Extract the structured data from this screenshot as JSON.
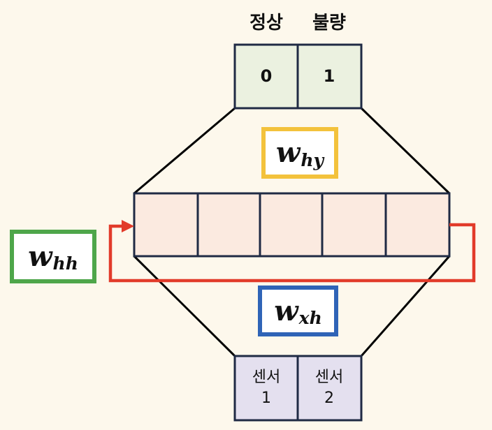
{
  "output_labels": [
    "정상",
    "불량"
  ],
  "output_values": [
    "0",
    "1"
  ],
  "inputs": [
    {
      "line1": "센서",
      "line2": "1"
    },
    {
      "line1": "센서",
      "line2": "2"
    }
  ],
  "weights": {
    "hy": {
      "base": "w",
      "sub": "hy"
    },
    "hh": {
      "base": "w",
      "sub": "hh"
    },
    "xh": {
      "base": "w",
      "sub": "xh"
    }
  },
  "colors": {
    "background": "#fdf8ec",
    "output_fill": "#ebf1e0",
    "hidden_fill": "#fbeae0",
    "input_fill": "#e4e0ef",
    "outline": "#1f2a44",
    "hy_border": "#f3c23c",
    "hh_border": "#4ea64a",
    "xh_border": "#2f64b7",
    "recurrent_arrow": "#e23b2a"
  }
}
